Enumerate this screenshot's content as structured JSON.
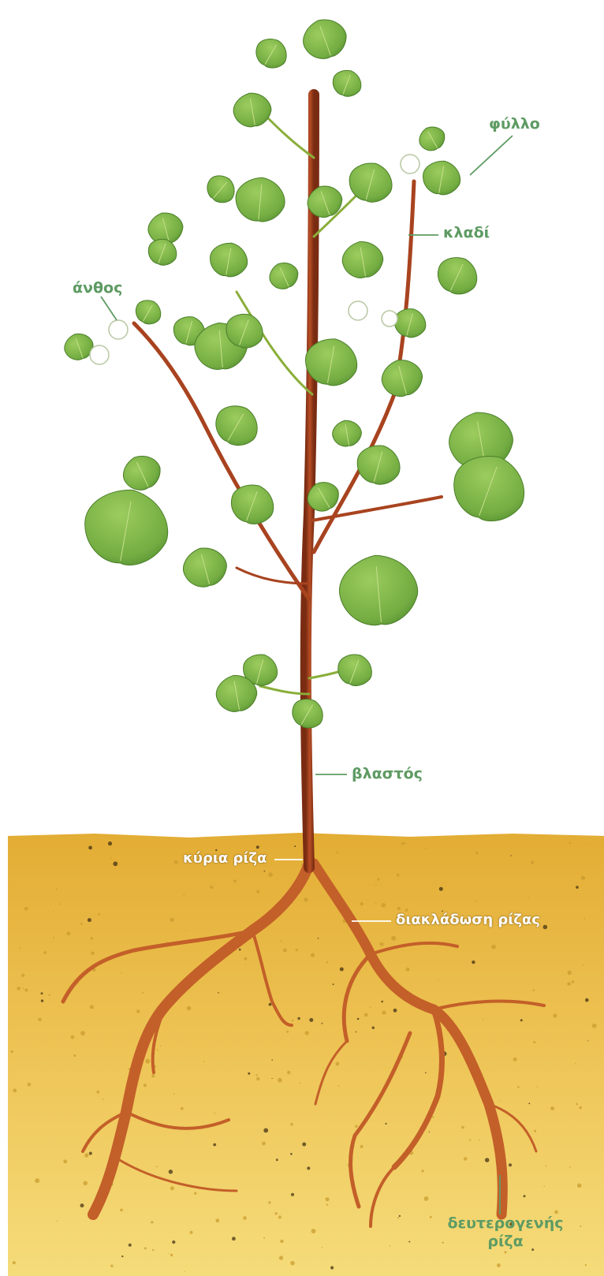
{
  "labels": {
    "leaf": "φύλλο",
    "branch": "κλαδί",
    "flower": "άνθος",
    "stem": "βλαστός",
    "main_root": "κύρια ρίζα",
    "root_branching": "διακλάδωση ρίζας",
    "secondary_root": "δευτερογενής ρίζα"
  },
  "colors": {
    "label_green": "#5e9b63",
    "soil": "#e8b93c",
    "leaf": "#7fb84a",
    "stem": "#a8431f",
    "root": "#c9662c"
  },
  "icons": {
    "plant": "plant-illustration",
    "flower": "flower-icon",
    "leaf": "leaf-icon"
  }
}
